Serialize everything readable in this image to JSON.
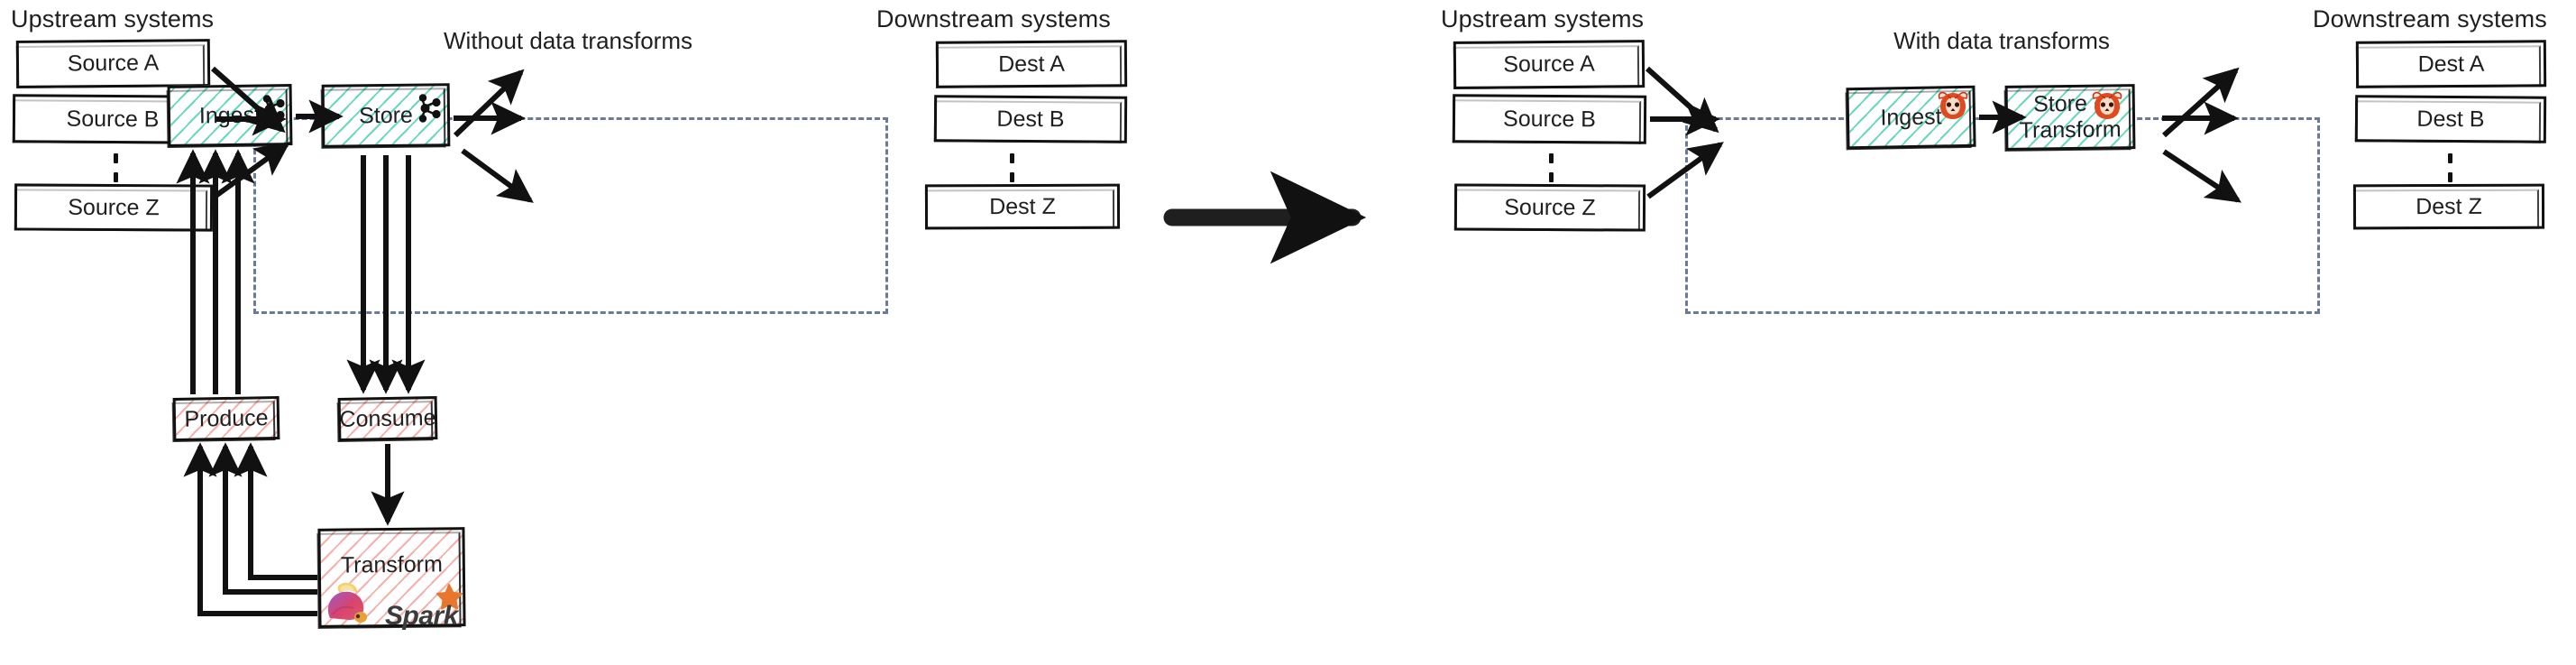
{
  "diagram": {
    "type": "architecture-comparison",
    "panels": [
      {
        "id": "without",
        "title": "Without data transforms",
        "upstream_label": "Upstream systems",
        "downstream_label": "Downstream systems",
        "sources": [
          "Source A",
          "Source B",
          "Source Z"
        ],
        "destinations": [
          "Dest A",
          "Dest B",
          "Dest Z"
        ],
        "platform_boxes": [
          {
            "label": "Ingest",
            "fill": "green-hatch",
            "icon": "kafka-icon"
          },
          {
            "label": "Store",
            "fill": "green-hatch",
            "icon": "kafka-icon"
          }
        ],
        "external_boxes": [
          {
            "label": "Produce",
            "fill": "red-hatch"
          },
          {
            "label": "Consume",
            "fill": "red-hatch"
          },
          {
            "label": "Transform",
            "fill": "red-hatch",
            "icons": [
              "flink-squirrel-icon",
              "spark-icon"
            ]
          }
        ],
        "spark_wordmark": "Spark"
      },
      {
        "id": "with",
        "title": "With data transforms",
        "upstream_label": "Upstream systems",
        "downstream_label": "Downstream systems",
        "sources": [
          "Source A",
          "Source B",
          "Source Z"
        ],
        "destinations": [
          "Dest A",
          "Dest B",
          "Dest Z"
        ],
        "platform_boxes": [
          {
            "label": "Ingest",
            "fill": "green-hatch",
            "icon": "redpanda-icon"
          },
          {
            "label": "Store +\nTransform",
            "label_line1": "Store +",
            "label_line2": "Transform",
            "fill": "green-hatch",
            "icon": "redpanda-icon"
          }
        ],
        "external_boxes": []
      }
    ],
    "transition_arrow": "right-arrow"
  },
  "colors": {
    "stroke": "#111111",
    "region_dashed": "#6b7a96",
    "green_hatch": "#36cca4",
    "red_hatch": "#ee8076",
    "text": "#1f1f1f",
    "redpanda": "#e04a1f",
    "spark_orange": "#e8762c",
    "flink_pink": "#e6526f"
  }
}
